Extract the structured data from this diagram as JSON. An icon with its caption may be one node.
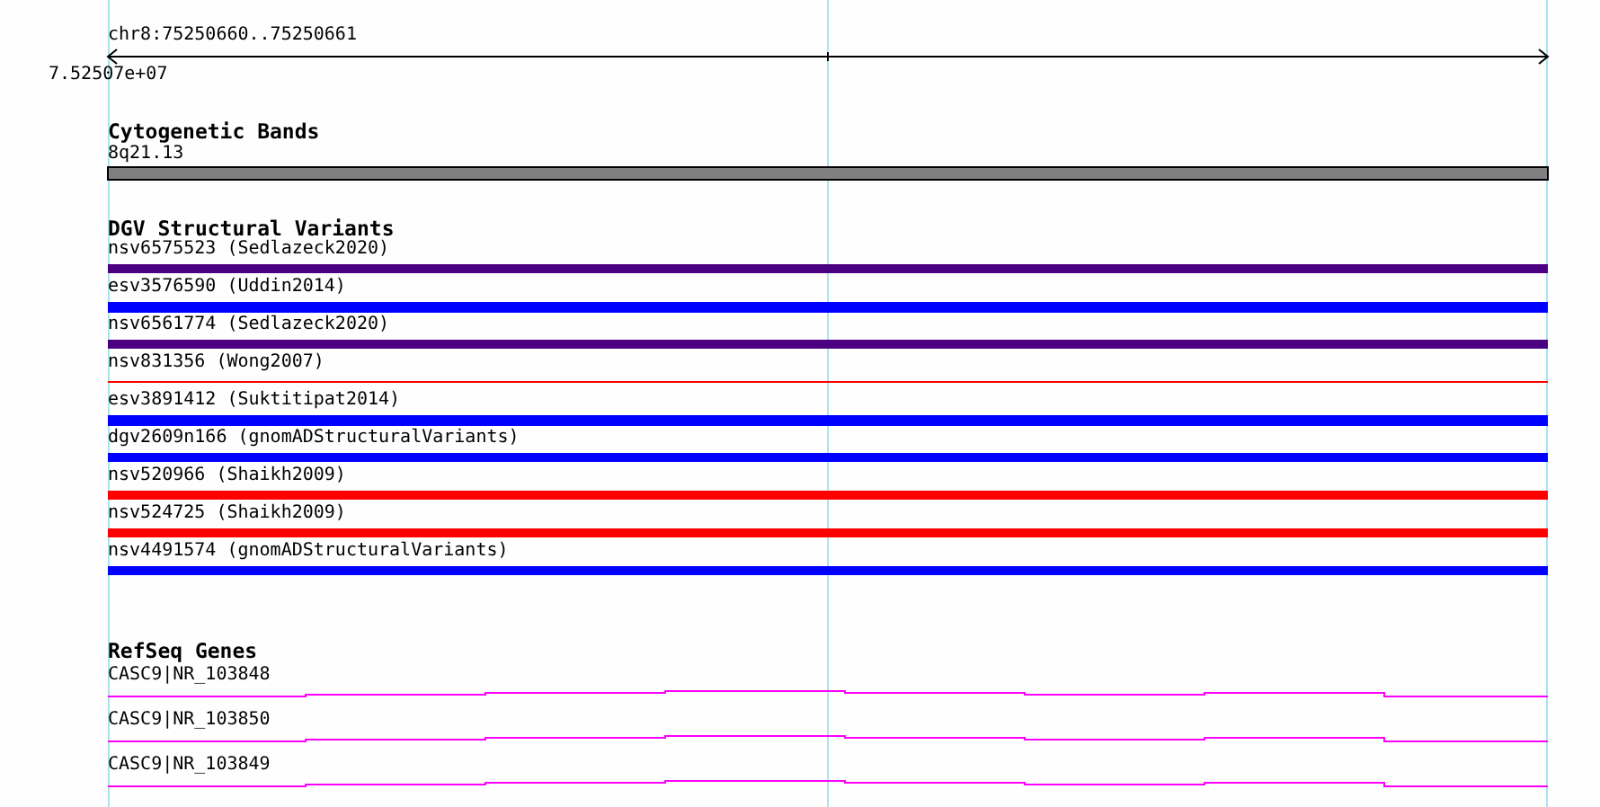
{
  "diagram": {
    "labels": [
      "chr8:75250660..75250661",
      "7.52507e+07",
      "Cytogenetic Bands",
      "8q21.13",
      "DGV Structural Variants",
      "nsv6575523 (Sedlazeck2020)",
      "esv3576590 (Uddin2014)",
      "nsv6561774 (Sedlazeck2020)",
      "nsv831356 (Wong2007)",
      "esv3891412 (Suktitipat2014)",
      "dgv2609n166 (gnomADStructuralVariants)",
      "nsv520966 (Shaikh2009)",
      "nsv524725 (Shaikh2009)",
      "nsv4491574 (gnomADStructuralVariants)",
      "RefSeq Genes",
      "CASC9|NR_103848",
      "CASC9|NR_103850",
      "CASC9|NR_103849"
    ]
  }
}
